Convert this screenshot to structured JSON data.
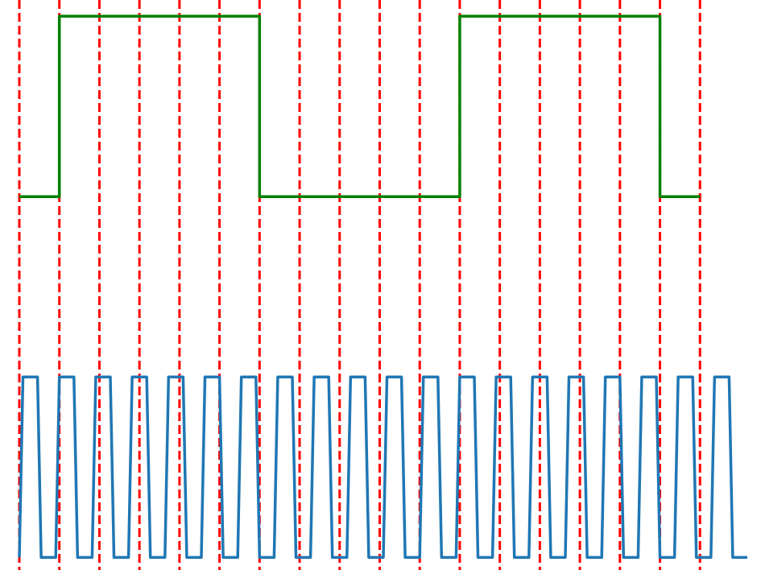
{
  "chart_data": {
    "type": "line",
    "title": "",
    "xlabel": "",
    "ylabel": "",
    "axes_visible": false,
    "grid": false,
    "legend": "none",
    "xlim": [
      0,
      20
    ],
    "ylim": [
      -0.07,
      3.09
    ],
    "series": [
      {
        "style": "step",
        "color": "#008000",
        "x": [
          0,
          1.1,
          1.1,
          6.6,
          6.6,
          12.1,
          12.1,
          17.6,
          17.6,
          18.7
        ],
        "y": [
          2,
          2,
          3,
          3,
          2,
          2,
          3,
          3,
          2,
          2
        ]
      },
      {
        "style": "line",
        "color": "#1f77b4",
        "x": [
          0,
          0.1,
          0.5,
          0.6,
          1,
          1.1,
          1.5,
          1.6,
          2,
          2.1,
          2.5,
          2.6,
          3,
          3.1,
          3.5,
          3.6,
          4,
          4.1,
          4.5,
          4.6,
          5,
          5.1,
          5.5,
          5.6,
          6,
          6.1,
          6.5,
          6.6,
          7,
          7.1,
          7.5,
          7.6,
          8,
          8.1,
          8.5,
          8.6,
          9,
          9.1,
          9.5,
          9.6,
          10,
          10.1,
          10.5,
          10.6,
          11,
          11.1,
          11.5,
          11.6,
          12,
          12.1,
          12.5,
          12.6,
          13,
          13.1,
          13.5,
          13.6,
          14,
          14.1,
          14.5,
          14.6,
          15,
          15.1,
          15.5,
          15.6,
          16,
          16.1,
          16.5,
          16.6,
          17,
          17.1,
          17.5,
          17.6,
          18,
          18.1,
          18.5,
          18.6,
          19,
          19.1,
          19.5,
          19.6,
          20
        ],
        "y": [
          0,
          1,
          1,
          0,
          0,
          1,
          1,
          0,
          0,
          1,
          1,
          0,
          0,
          1,
          1,
          0,
          0,
          1,
          1,
          0,
          0,
          1,
          1,
          0,
          0,
          1,
          1,
          0,
          0,
          1,
          1,
          0,
          0,
          1,
          1,
          0,
          0,
          1,
          1,
          0,
          0,
          1,
          1,
          0,
          0,
          1,
          1,
          0,
          0,
          1,
          1,
          0,
          0,
          1,
          1,
          0,
          0,
          1,
          1,
          0,
          0,
          1,
          1,
          0,
          0,
          1,
          1,
          0,
          0,
          1,
          1,
          0,
          0,
          1,
          1,
          0,
          0,
          1,
          1,
          0,
          0
        ]
      }
    ],
    "vlines": {
      "color": "#ff0000",
      "style": "dashed",
      "x": [
        0,
        1.1,
        2.2,
        3.3,
        4.4,
        5.5,
        6.6,
        7.7,
        8.8,
        9.9,
        11.0,
        12.1,
        13.2,
        14.3,
        15.4,
        16.5,
        17.6,
        18.7
      ]
    }
  }
}
